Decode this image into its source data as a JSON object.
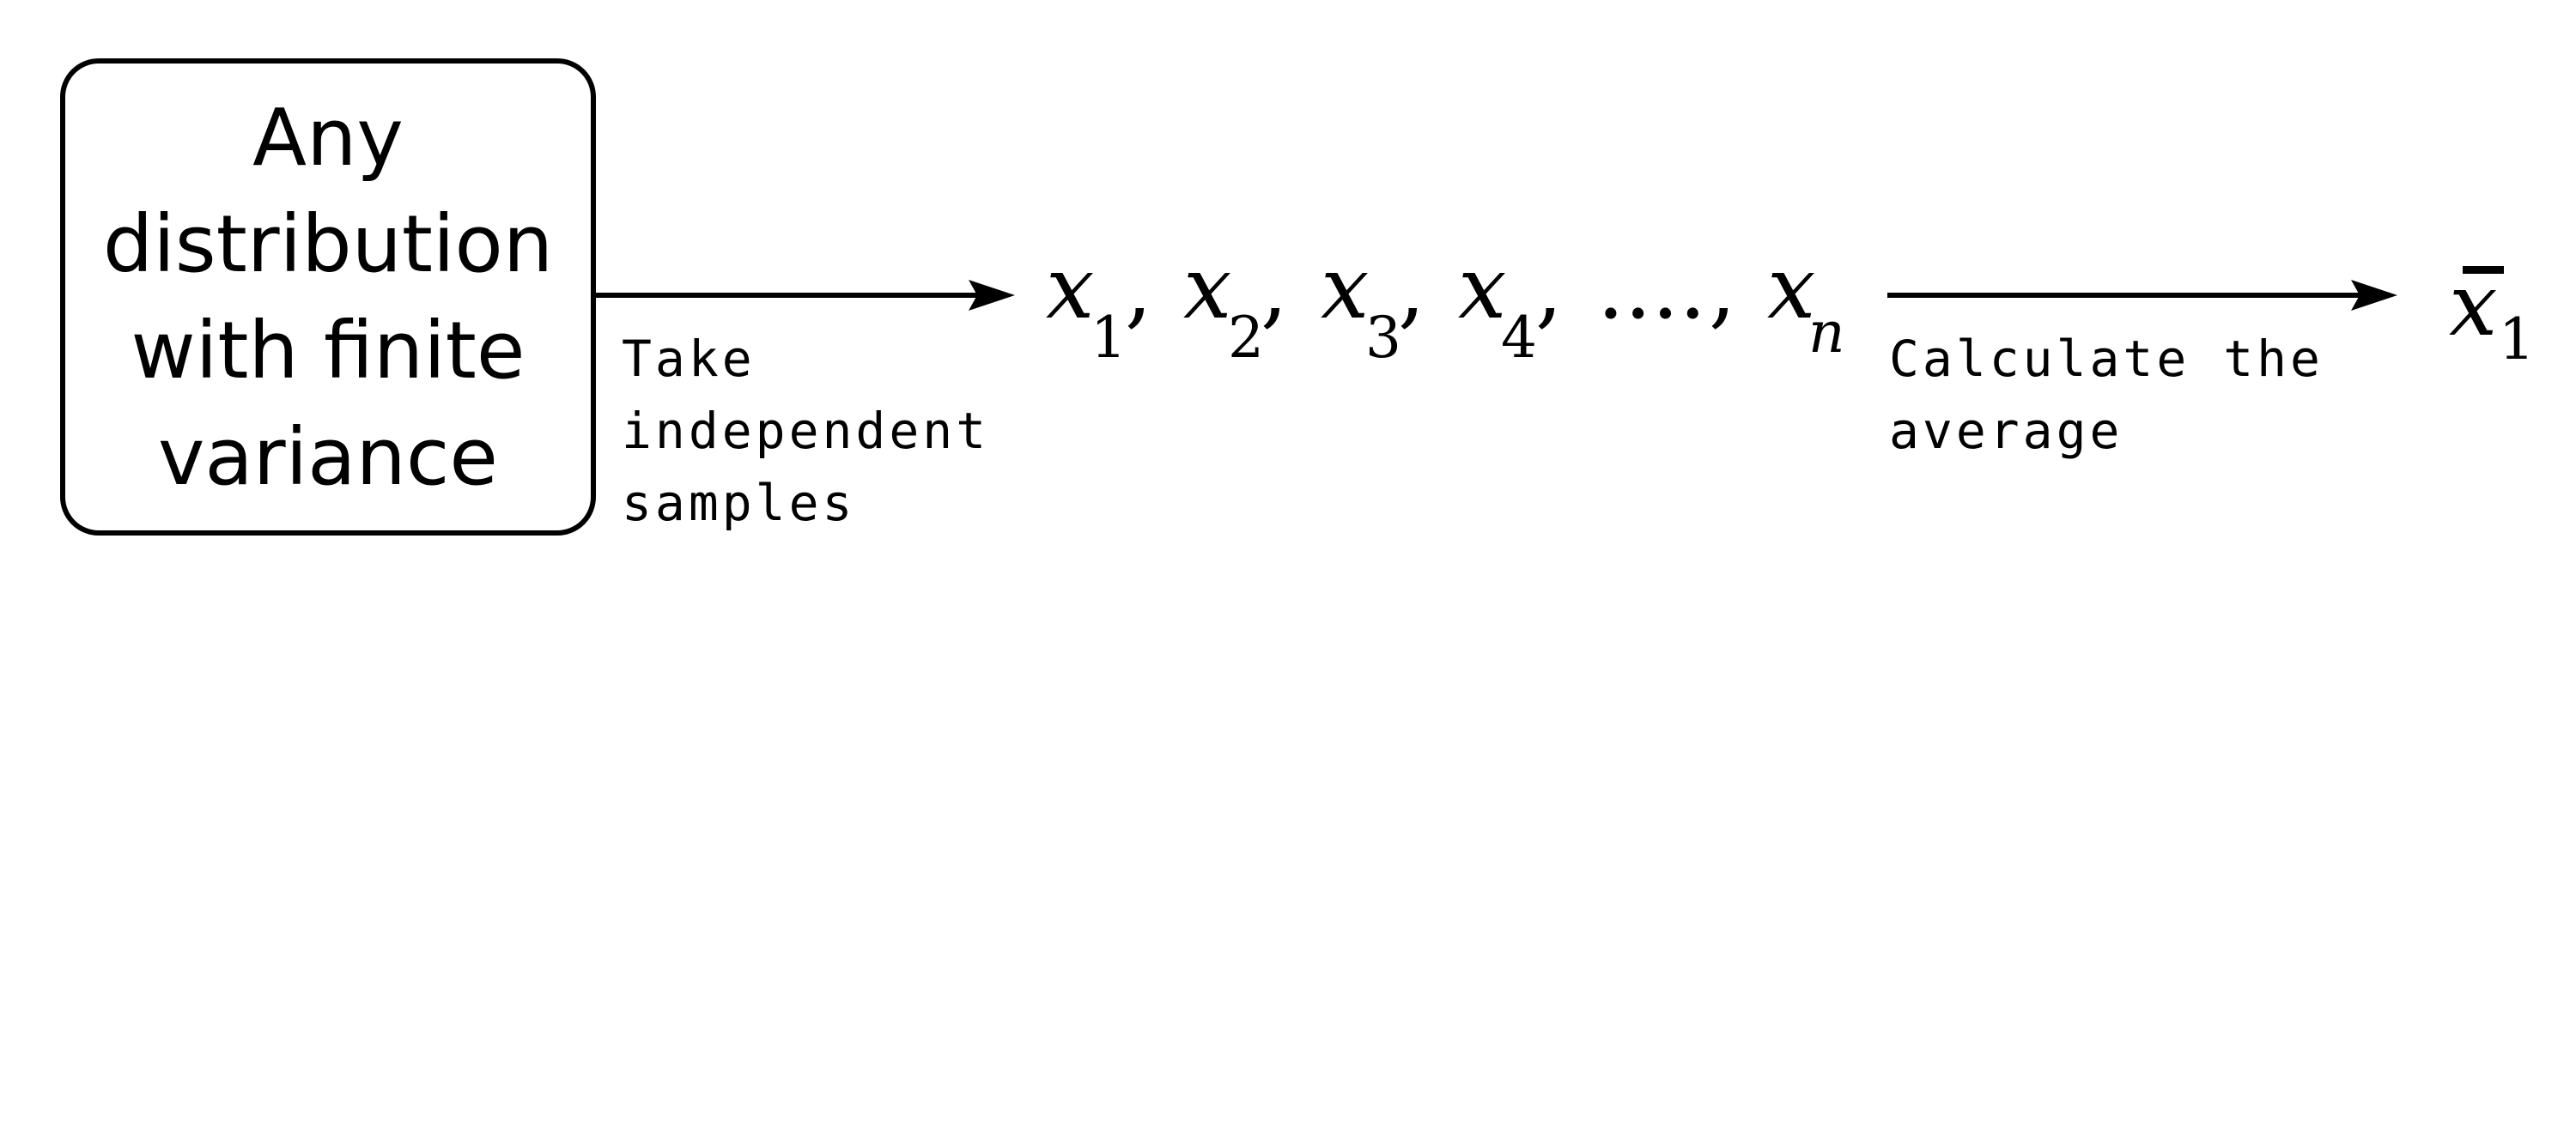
{
  "source_box": {
    "lines": [
      "Any",
      "distribution",
      "with finite",
      "variance"
    ]
  },
  "step1": {
    "lines": [
      "Take",
      "independent",
      "samples"
    ]
  },
  "samples": {
    "var": "x",
    "subscripts": [
      "1",
      "2",
      "3",
      "4"
    ],
    "separator": ",",
    "ellipsis": "....",
    "last_subscript": "n"
  },
  "step2": {
    "lines": [
      "Calculate the",
      "average"
    ]
  },
  "result": {
    "var": "x",
    "bar": "‾",
    "subscript": "1"
  }
}
